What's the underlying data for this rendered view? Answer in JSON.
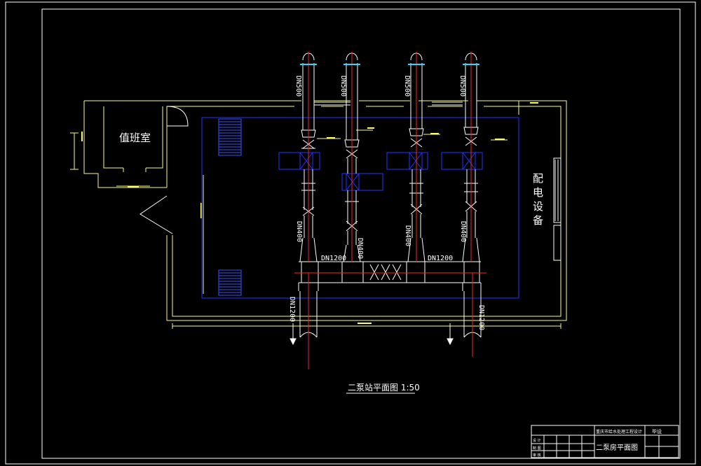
{
  "drawing": {
    "title": "二泵站平面图 1:50",
    "rooms": {
      "duty_room": "值班室",
      "electrical_equipment": [
        "配",
        "电",
        "设",
        "备"
      ]
    },
    "pipe_labels": {
      "suction_1": "DN500",
      "suction_2": "DN500",
      "suction_3": "DN500",
      "suction_4": "DN500",
      "discharge_1": "DN400",
      "discharge_2": "DN400",
      "discharge_3": "DN400",
      "discharge_4": "DN400",
      "header_left": "DN1200",
      "header_right": "DN1200",
      "outlet_left": "DN1200",
      "outlet_right": "DN1200"
    }
  },
  "title_block": {
    "project": "重庆市给水处理工程设计",
    "drawing_name": "二泵房平面图",
    "row_labels": [
      "设 计",
      "制 图",
      "审 核"
    ],
    "mark": "毕设"
  },
  "colors": {
    "frame": "#ffffff",
    "building_wall": "#ffff66",
    "pump_room": "#2233ff",
    "pipe": "#ffffff",
    "pipe_center": "#ff2222",
    "stair": "#3355ff",
    "bellmouth": "#22ddff"
  }
}
